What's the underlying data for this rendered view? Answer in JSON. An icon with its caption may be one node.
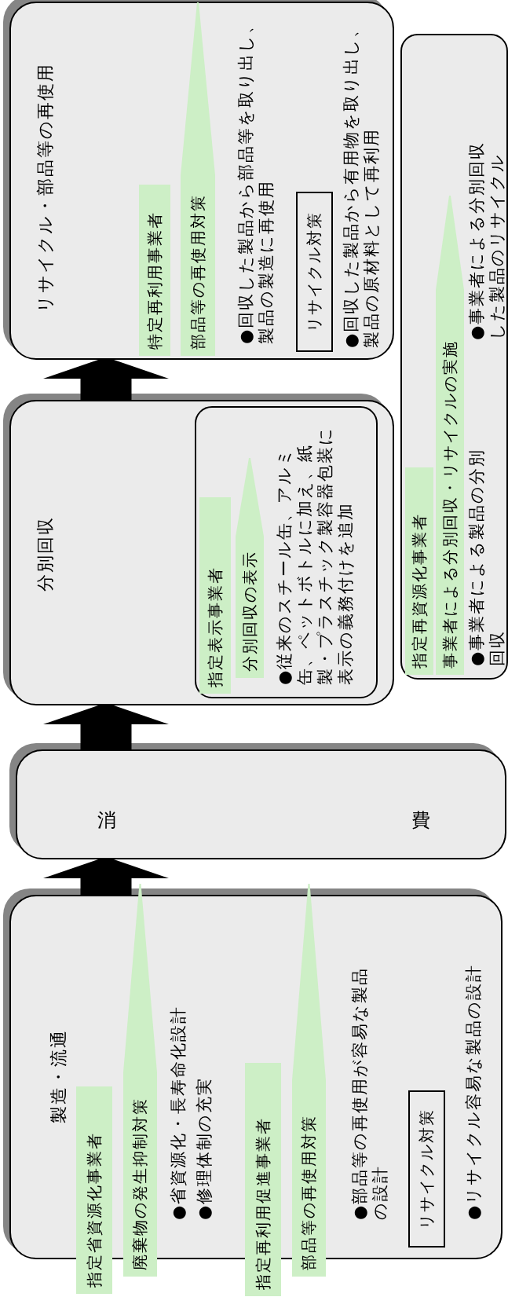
{
  "diagram": {
    "nodes": [
      {
        "text": [
          "製造・流通",
          "●省資源化・長寿命化設計",
          "●修理体制の充実",
          "●部品等の再使用が容易な製品の設計",
          "●リサイクル容易な製品の設計"
        ]
      },
      {
        "text": [
          "指定省資源化事業者"
        ]
      },
      {
        "text": [
          "廃棄物の発生抑制対策"
        ]
      },
      {
        "text": [
          "指定再利用促進事業者"
        ]
      },
      {
        "text": [
          "部品等の再使用対策"
        ]
      },
      {
        "text": [
          "リサイクル対策"
        ],
        "in": 0
      },
      {
        "text": [
          "消費"
        ]
      },
      {
        "text": [
          "●従来のスチール缶、アルミ缶、ペットボトルに加え、紙製・プラスチック製容器包装に表示の義務付けを追加"
        ],
        "in": 10
      },
      {
        "text": [
          "指定表示事業者"
        ],
        "in": 7
      },
      {
        "text": [
          "分別回収の表示"
        ],
        "in": 7
      },
      {
        "text": [
          "分別回収"
        ]
      },
      {
        "text": [
          "●事業者による製品の分別回収",
          "●事業者による分別回収した製品のリサイクル"
        ]
      },
      {
        "text": [
          "指定再資源化事業者"
        ],
        "in": 11
      },
      {
        "text": [
          "事業者による分別回収・リサイクルの実施"
        ],
        "in": 11
      },
      {
        "text": [
          "リサイクル・部品等の再使用",
          "●回収した製品から部品等を取り出し、製品の製造に再使用",
          "●回収した製品から有用物を取り出し、製品の原材料として再利用"
        ]
      },
      {
        "text": [
          "特定再利用事業者"
        ],
        "in": 14
      },
      {
        "text": [
          "部品等の再使用対策"
        ],
        "in": 14
      },
      {
        "text": [
          "リサイクル対策"
        ],
        "in": 14
      }
    ],
    "edges": [
      {
        "from": 0,
        "to": 6,
        "arrow": "to"
      },
      {
        "from": 6,
        "to": 10,
        "arrow": "to"
      },
      {
        "from": 10,
        "to": 14,
        "arrow": "to"
      }
    ]
  }
}
